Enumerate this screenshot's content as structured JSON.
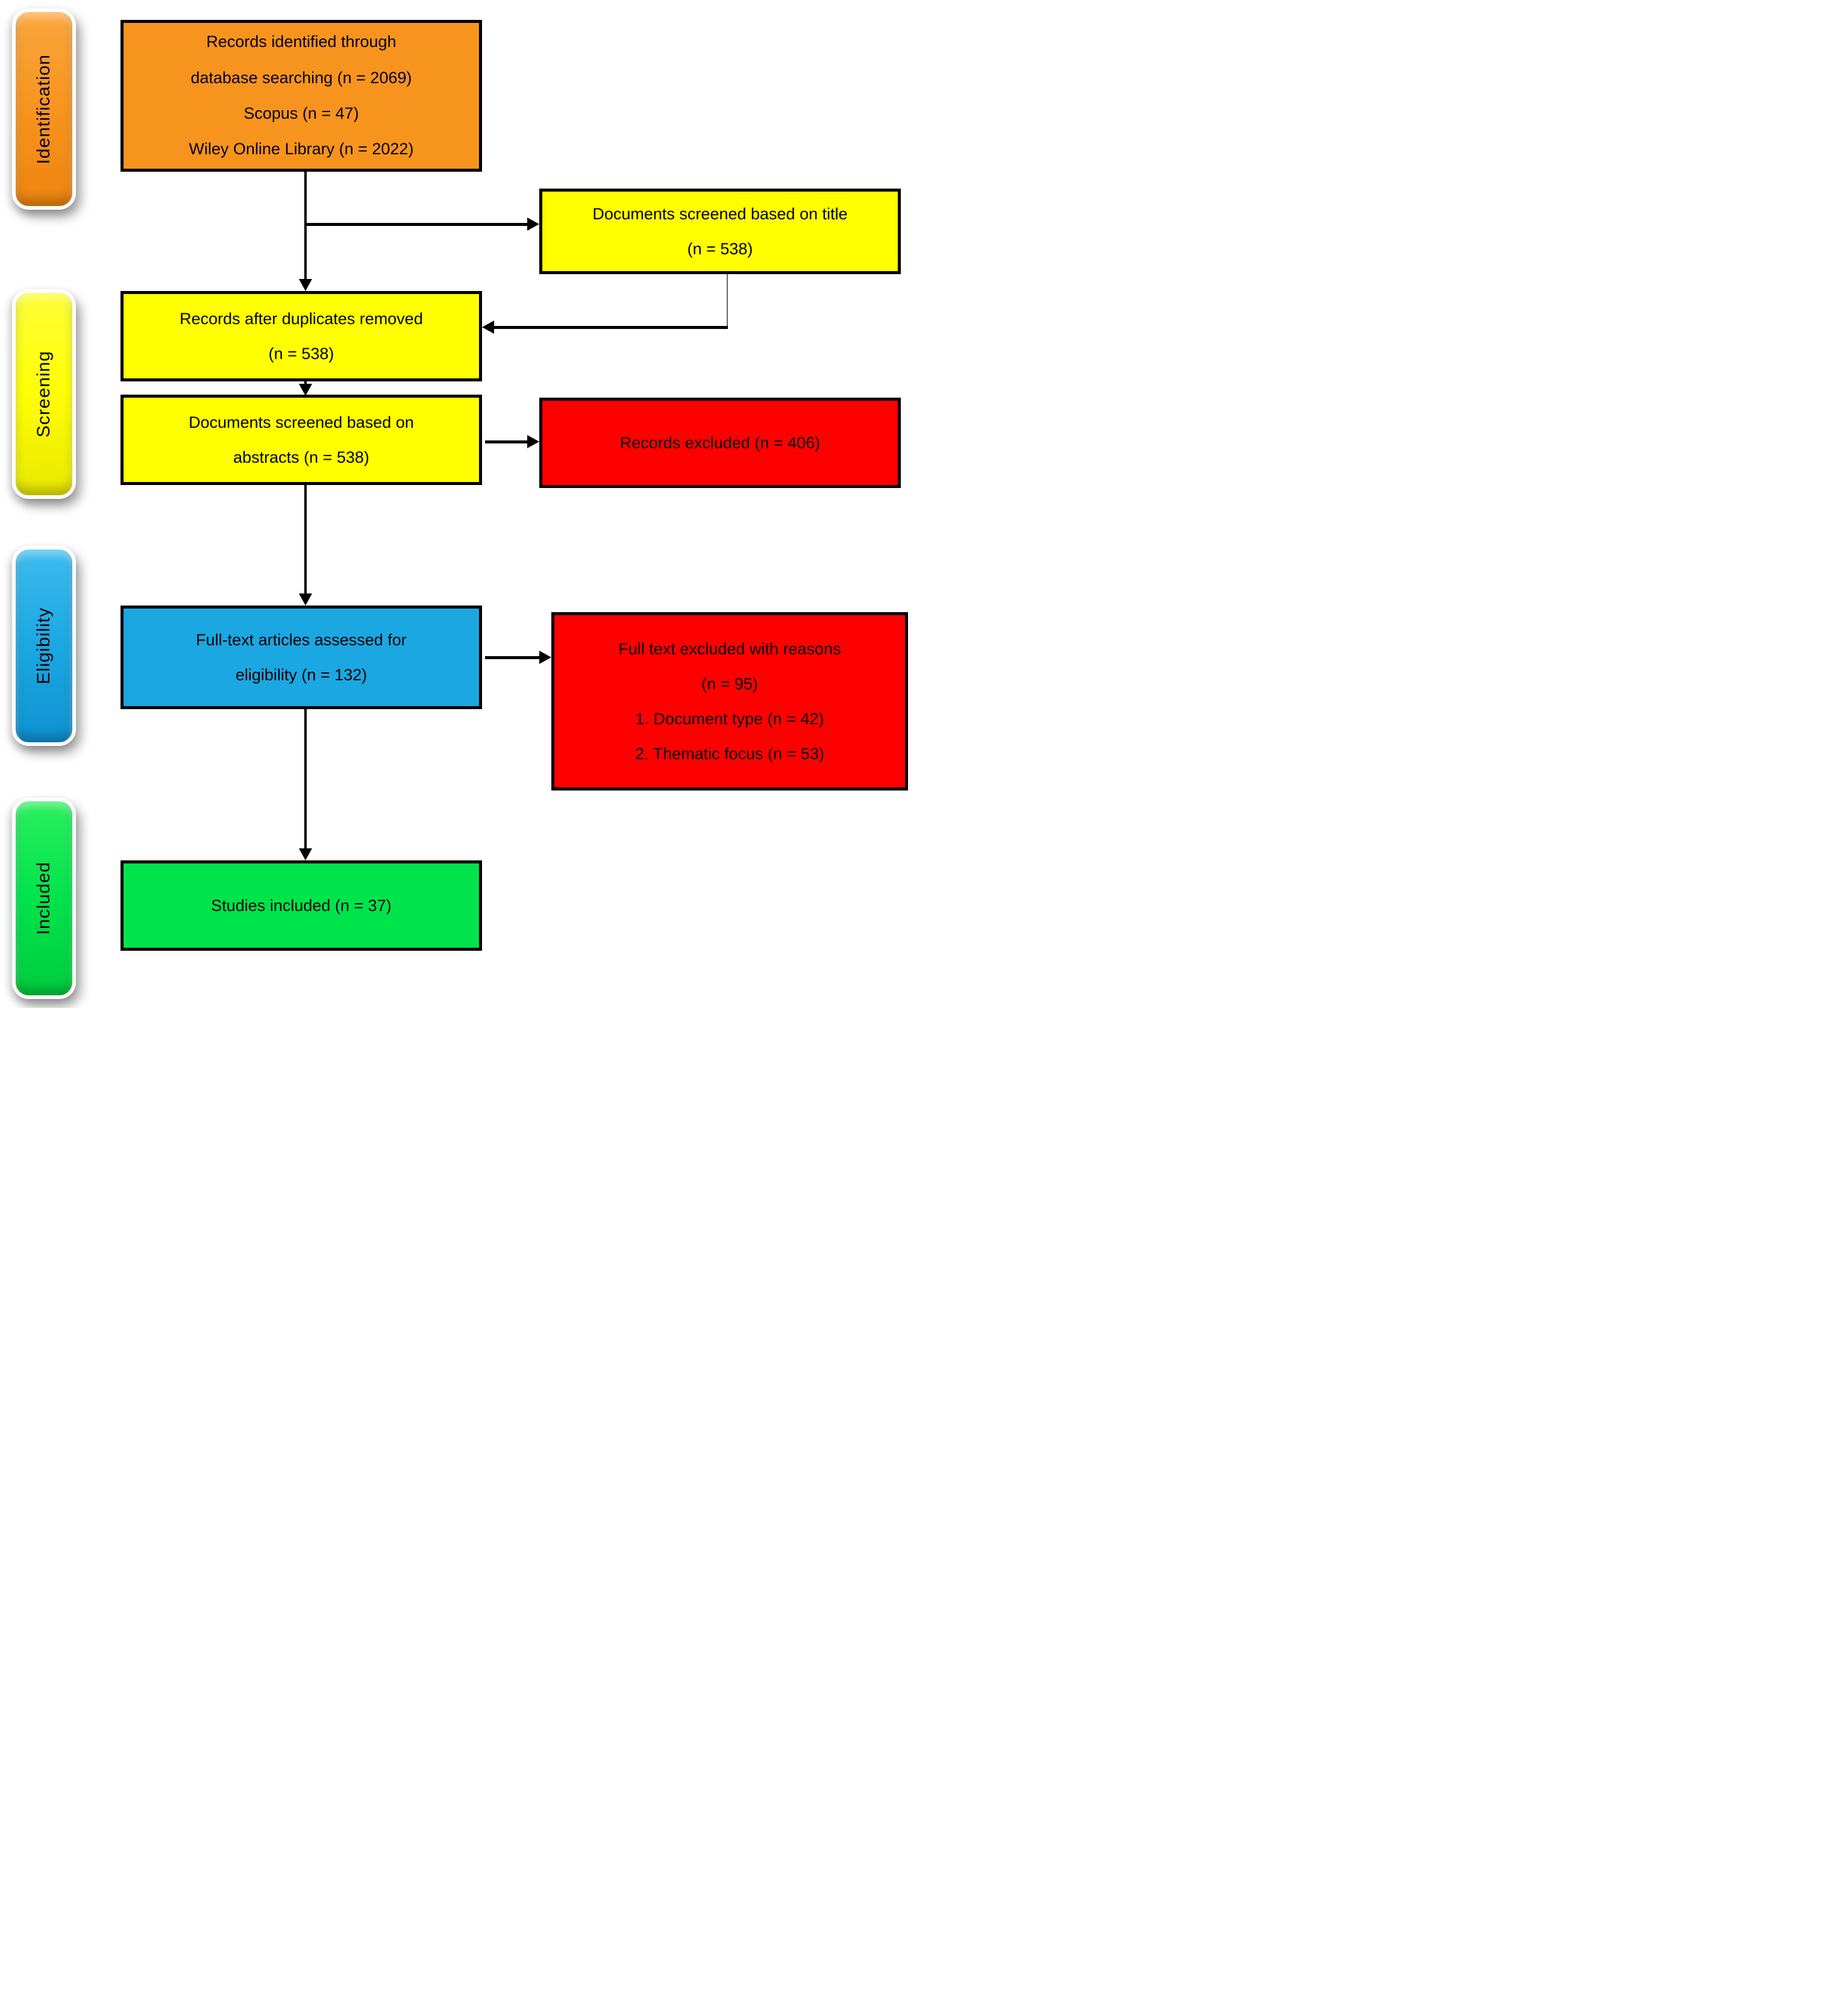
{
  "stages": [
    {
      "id": "identification",
      "label": "Identification",
      "color": "#f7941e"
    },
    {
      "id": "screening",
      "label": "Screening",
      "color": "#ffff00"
    },
    {
      "id": "eligibility",
      "label": "Eligibility",
      "color": "#1ba7e2"
    },
    {
      "id": "included",
      "label": "Included",
      "color": "#00e44b"
    }
  ],
  "boxes": {
    "records_identified": {
      "color": "#f7941e",
      "lines": [
        "Records identified through",
        "database searching (n = 2069)",
        "Scopus (n = 47)",
        "Wiley Online Library (n = 2022)"
      ]
    },
    "screened_title": {
      "color": "#ffff00",
      "lines": [
        "Documents screened based on title",
        "(n = 538)"
      ]
    },
    "duplicates_removed": {
      "color": "#ffff00",
      "lines": [
        "Records after duplicates removed",
        "(n = 538)"
      ]
    },
    "screened_abstracts": {
      "color": "#ffff00",
      "lines": [
        "Documents screened based on",
        "abstracts (n = 538)"
      ]
    },
    "records_excluded": {
      "color": "#ff0000",
      "lines": [
        "Records excluded (n = 406)"
      ]
    },
    "fulltext_assessed": {
      "color": "#1ba7e2",
      "lines": [
        "Full-text articles assessed for",
        "eligibility (n = 132)"
      ]
    },
    "fulltext_excluded": {
      "color": "#ff0000",
      "lines": [
        "Full text excluded with reasons",
        "(n = 95)",
        "1. Document type (n = 42)",
        "2. Thematic focus (n = 53)"
      ]
    },
    "studies_included": {
      "color": "#00e44b",
      "lines": [
        "Studies included (n = 37)"
      ]
    }
  }
}
